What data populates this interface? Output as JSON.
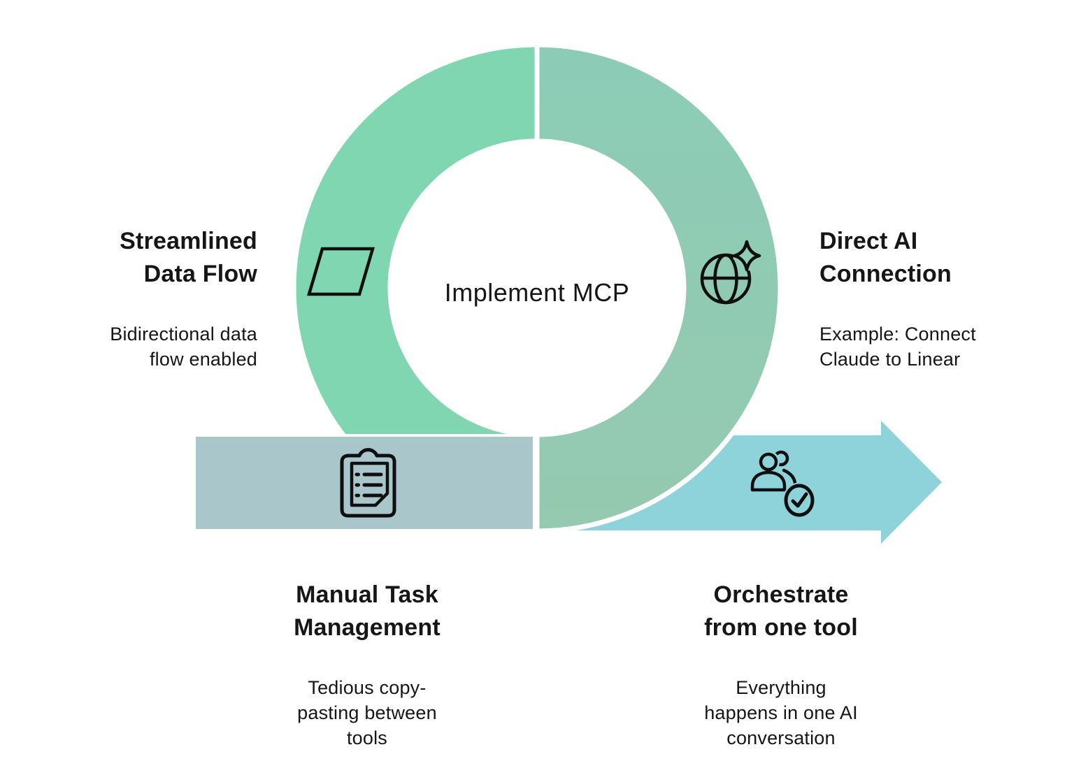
{
  "colors": {
    "ring_left": "#80d6b1",
    "ring_right_top": "#8cccb6",
    "ring_right_bottom": "#95c9b0",
    "band": "#a9c6cb",
    "arrow": "#8dd3d9",
    "sparkle_halo": "#8dceb6",
    "people_halo": "#8dd3d9",
    "icon_stroke": "#0f0f0f",
    "text": "#161616"
  },
  "center_label": "Implement MCP",
  "stages": {
    "streamlined": {
      "title": "Streamlined\nData Flow",
      "subtitle": "Bidirectional data\nflow enabled",
      "icon": "parallelogram-icon"
    },
    "direct_ai": {
      "title": "Direct AI\nConnection",
      "subtitle": "Example: Connect\nClaude to Linear",
      "icon": "globe-sparkle-icon"
    },
    "manual_task": {
      "title": "Manual Task\nManagement",
      "subtitle": "Tedious copy-\npasting between\ntools",
      "icon": "clipboard-checklist-icon"
    },
    "orchestrate": {
      "title": "Orchestrate\nfrom one tool",
      "subtitle": "Everything\nhappens in one AI\nconversation",
      "icon": "people-check-icon"
    }
  }
}
